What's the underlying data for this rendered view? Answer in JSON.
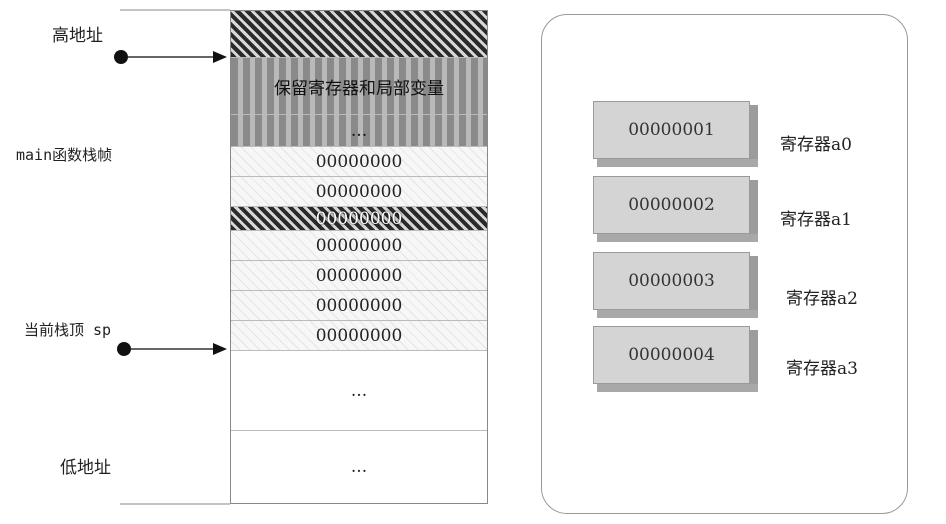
{
  "left_labels": {
    "high_address": "高地址",
    "main_frame": "main函数栈帧",
    "stack_top": "当前栈顶 sp",
    "low_address": "低地址"
  },
  "stack_cells": [
    {
      "text": ""
    },
    {
      "text": "保留寄存器和局部变量"
    },
    {
      "text": "..."
    },
    {
      "text": "00000000"
    },
    {
      "text": "00000000"
    },
    {
      "text": "00000000"
    },
    {
      "text": "00000000"
    },
    {
      "text": "00000000"
    },
    {
      "text": "00000000"
    },
    {
      "text": "00000000"
    },
    {
      "text": "..."
    },
    {
      "text": "..."
    }
  ],
  "registers": [
    {
      "value": "00000001",
      "name": "寄存器a0"
    },
    {
      "value": "00000002",
      "name": "寄存器a1"
    },
    {
      "value": "00000003",
      "name": "寄存器a2"
    },
    {
      "value": "00000004",
      "name": "寄存器a3"
    }
  ]
}
